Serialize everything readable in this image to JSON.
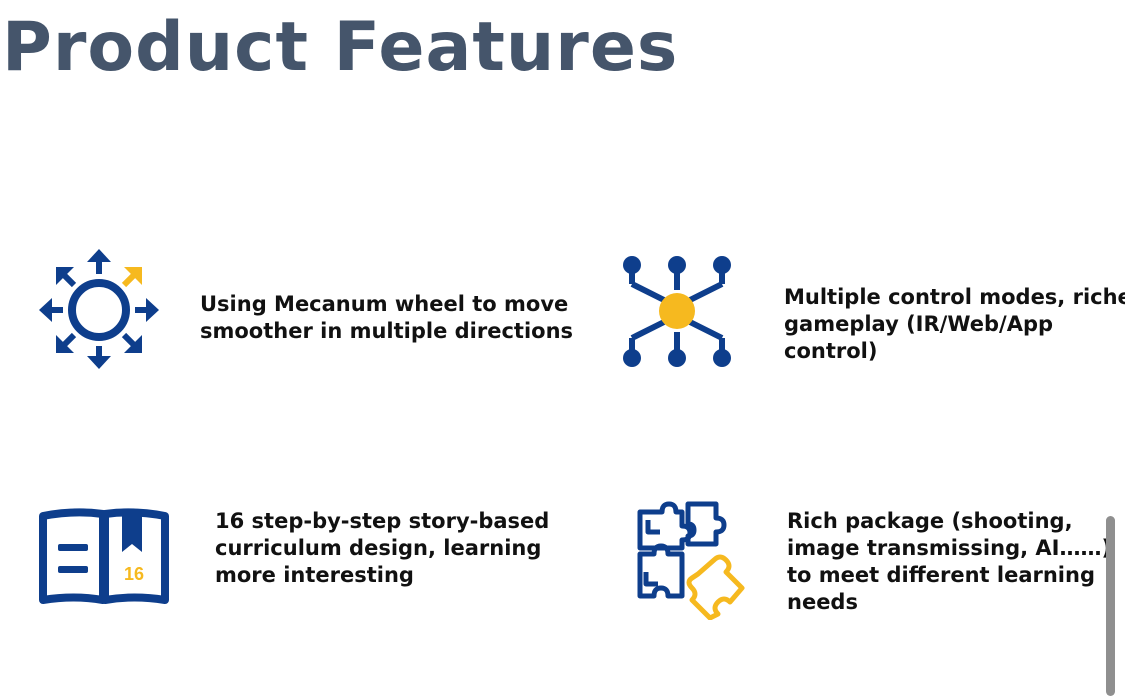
{
  "title": "Product Features",
  "colors": {
    "primary": "#0e3e8c",
    "accent": "#f6b91f",
    "title": "#45556b",
    "text": "#111111"
  },
  "features": [
    {
      "icon": "mecanum-directions-icon",
      "lines": [
        "Using Mecanum wheel  to move",
        "smoother in multiple directions"
      ]
    },
    {
      "icon": "control-network-icon",
      "lines": [
        "Multiple control modes, richer",
        "gameplay (IR/Web/App",
        "control)"
      ]
    },
    {
      "icon": "curriculum-book-icon",
      "badge": "16",
      "lines": [
        "16 step-by-step story-based",
        "curriculum design, learning",
        "more interesting"
      ]
    },
    {
      "icon": "puzzle-package-icon",
      "lines": [
        "Rich package (shooting,",
        "image transmissing, AI……)",
        "to meet different learning",
        "needs"
      ]
    }
  ]
}
